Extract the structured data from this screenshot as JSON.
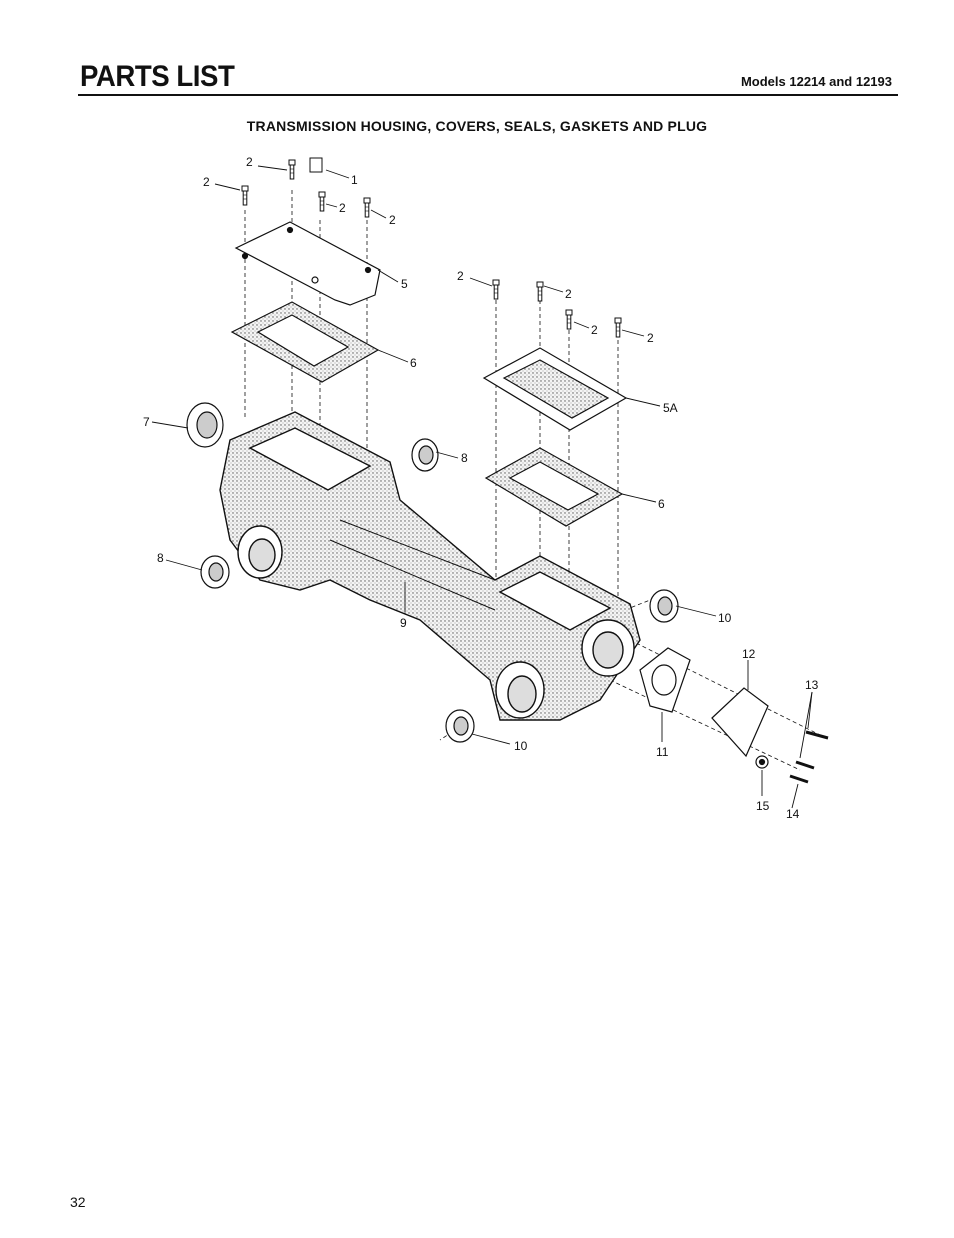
{
  "header": {
    "title": "PARTS LIST",
    "models": "Models 12214 and 12193"
  },
  "section_title": "TRANSMISSION HOUSING, COVERS, SEALS, GASKETS AND PLUG",
  "callouts": [
    "1",
    "2",
    "5",
    "5A",
    "6",
    "7",
    "8",
    "9",
    "10",
    "11",
    "12",
    "13",
    "14",
    "15"
  ],
  "page_number": "32"
}
